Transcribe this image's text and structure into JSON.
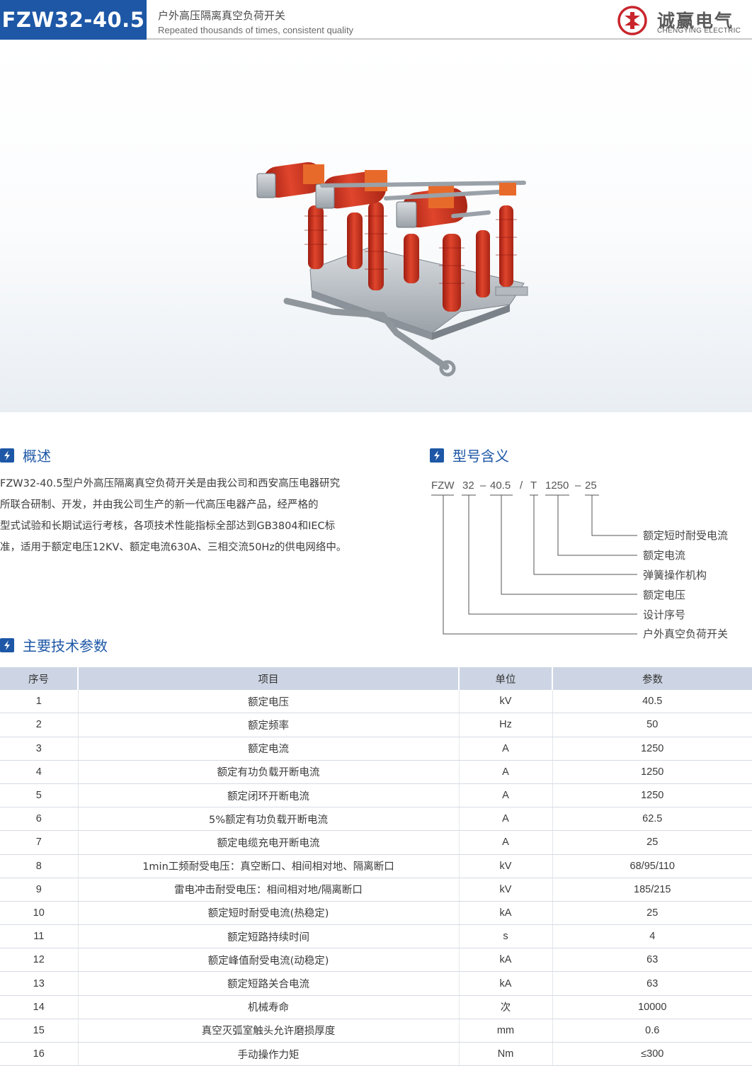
{
  "header": {
    "model": "FZW32-40.5",
    "title_cn": "户外高压隔离真空负荷开关",
    "subtitle_en": "Repeated thousands of times, consistent quality",
    "brand_cn": "诚赢电气",
    "brand_en": "CHENGYING ELECTRIC",
    "brand_color": "#c8252c",
    "accent_color": "#1d57a6"
  },
  "overview": {
    "heading": "概述",
    "icon": "lightning-icon",
    "lines": [
      "FZW32-40.5型户外高压隔离真空负荷开关是由我公司和西安高压电器研究",
      "所联合研制、开发，并由我公司生产的新一代高压电器产品，经严格的",
      "型式试验和长期试运行考核，各项技术性能指标全部达到GB3804和IEC标",
      "准，适用于额定电压12KV、额定电流630A、三相交流50Hz的供电网络中。"
    ]
  },
  "model_meaning": {
    "heading": "型号含义",
    "segments": [
      "FZW",
      "32",
      "–",
      "40.5",
      "/",
      "T",
      "1250",
      "–",
      "25"
    ],
    "labels": [
      "额定短时耐受电流",
      "额定电流",
      "弹簧操作机构",
      "额定电压",
      "设计序号",
      "户外真空负荷开关"
    ]
  },
  "specs": {
    "heading": "主要技术参数",
    "columns": [
      "序号",
      "项目",
      "单位",
      "参数"
    ],
    "rows": [
      [
        "1",
        "额定电压",
        "kV",
        "40.5"
      ],
      [
        "2",
        "额定频率",
        "Hz",
        "50"
      ],
      [
        "3",
        "额定电流",
        "A",
        "1250"
      ],
      [
        "4",
        "额定有功负载开断电流",
        "A",
        "1250"
      ],
      [
        "5",
        "额定闭环开断电流",
        "A",
        "1250"
      ],
      [
        "6",
        "5%额定有功负载开断电流",
        "A",
        "62.5"
      ],
      [
        "7",
        "额定电缆充电开断电流",
        "A",
        "25"
      ],
      [
        "8",
        "1min工频耐受电压：真空断口、相间相对地、隔离断口",
        "kV",
        "68/95/110"
      ],
      [
        "9",
        "雷电冲击耐受电压：相间相对地/隔离断口",
        "kV",
        "185/215"
      ],
      [
        "10",
        "额定短时耐受电流(热稳定)",
        "kA",
        "25"
      ],
      [
        "11",
        "额定短路持续时间",
        "s",
        "4"
      ],
      [
        "12",
        "额定峰值耐受电流(动稳定)",
        "kA",
        "63"
      ],
      [
        "13",
        "额定短路关合电流",
        "kA",
        "63"
      ],
      [
        "14",
        "机械寿命",
        "次",
        "10000"
      ],
      [
        "15",
        "真空灭弧室触头允许磨损厚度",
        "mm",
        "0.6"
      ],
      [
        "16",
        "手动操作力矩",
        "Nm",
        "≤300"
      ]
    ]
  }
}
